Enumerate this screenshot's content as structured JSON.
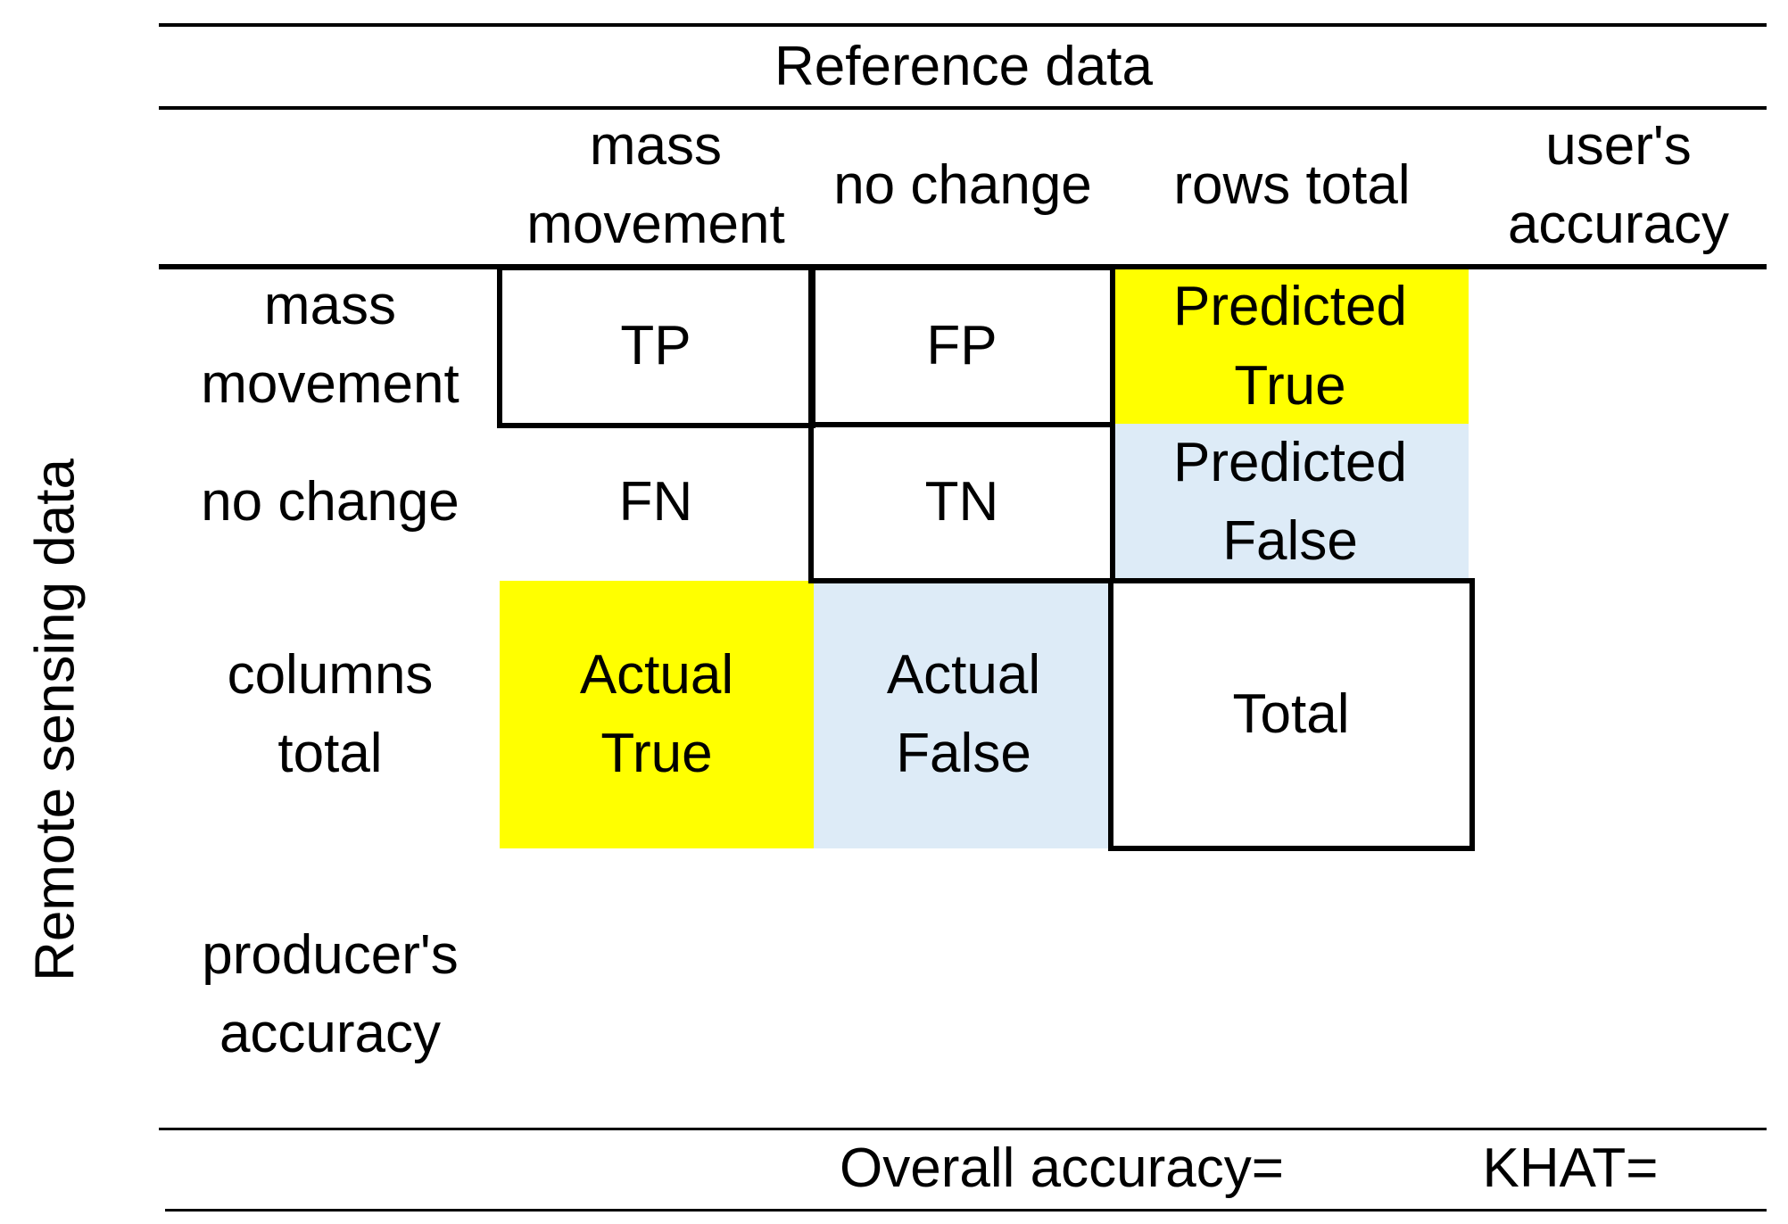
{
  "title": "Reference data",
  "side_label": "Remote sensing data",
  "columns": {
    "mass_movement": "mass\nmovement",
    "no_change": "no change",
    "rows_total": "rows total",
    "users_accuracy": "user's\naccuracy"
  },
  "rows": {
    "mass_movement": "mass\nmovement",
    "no_change": "no change",
    "columns_total": "columns\ntotal",
    "producers_accuracy": "producer's\naccuracy"
  },
  "cells": {
    "tp": "TP",
    "fp": "FP",
    "fn": "FN",
    "tn": "TN",
    "predicted_true": "Predicted\nTrue",
    "predicted_false": "Predicted\nFalse",
    "actual_true": "Actual\nTrue",
    "actual_false": "Actual\nFalse",
    "total": "Total"
  },
  "footer": {
    "overall_accuracy": "Overall accuracy=",
    "khat": "KHAT="
  },
  "colors": {
    "true_highlight": "#ffff00",
    "false_highlight": "#ddebf7"
  }
}
